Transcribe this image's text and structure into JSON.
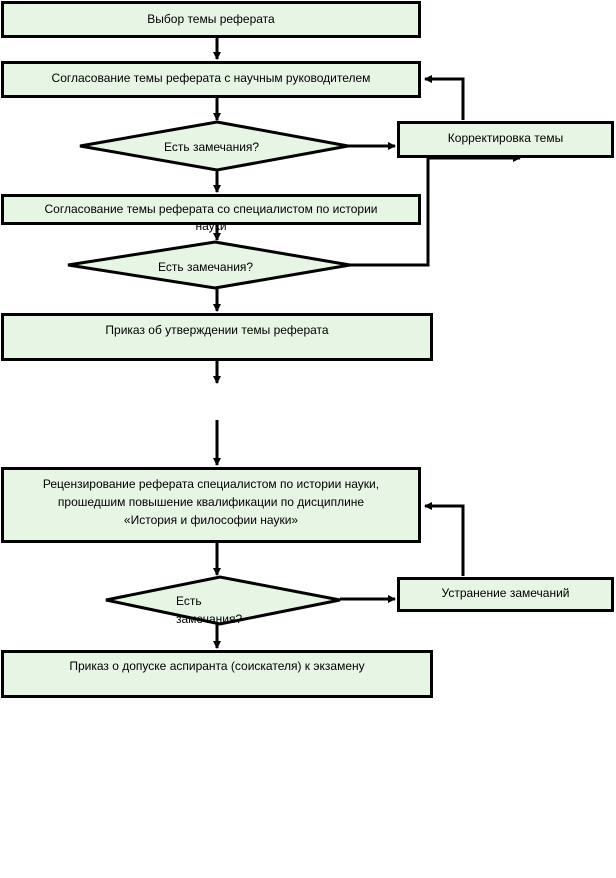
{
  "steps": {
    "topic_choice": "Выбор темы реферата",
    "supervisor_approval": "Согласование темы реферата с научным руководителем",
    "remarks_q1": "Есть замечания?",
    "topic_correction": "Корректировка темы",
    "specialist_approval_line1": "Согласование темы реферата со специалистом по истории",
    "specialist_approval_line2": "науки",
    "remarks_q2": "Есть замечания?",
    "approval_order": "Приказ  об утверждении темы реферата",
    "review_line1": "Рецензирование реферата специалистом по истории науки,",
    "review_line2": "прошедшим повышение квалификации по дисциплине",
    "review_line3": "«История и философии науки»",
    "remarks_q3_line1": "Есть",
    "remarks_q3_line2": "замечания?",
    "fix_remarks": "Устранение замечаний",
    "exam_admission_order": "Приказ  о допуске аспиранта (соискателя) к экзамену"
  },
  "colors": {
    "box_fill": "#e6f5e4",
    "stroke": "#000000"
  }
}
